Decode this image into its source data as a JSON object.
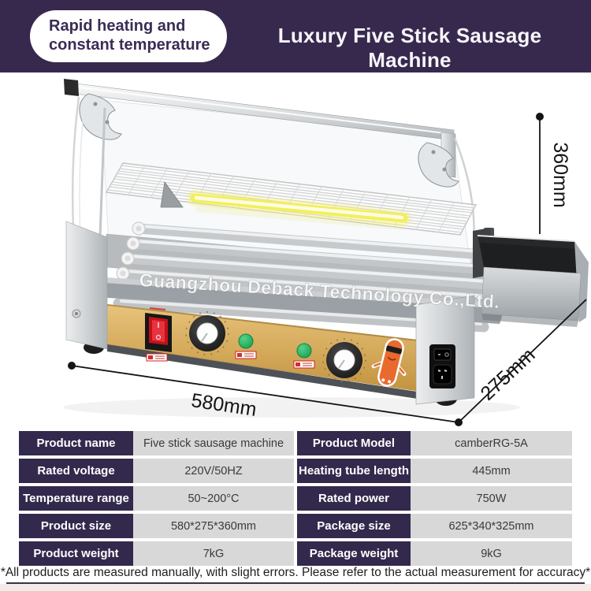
{
  "banner": {
    "badge_line1": "Rapid heating and",
    "badge_line2": "constant temperature",
    "title": "Luxury Five Stick Sausage Machine"
  },
  "product_image": {
    "watermark": "Guangzhou Deback Technology Co.,Ltd.",
    "dimensions": {
      "height_label": "360mm",
      "width_label": "580mm",
      "depth_label": "275mm"
    }
  },
  "spec_table": {
    "left_rows": [
      {
        "label": "Product name",
        "value": "Five stick sausage machine"
      },
      {
        "label": "Rated voltage",
        "value": "220V/50HZ"
      },
      {
        "label": "Temperature range",
        "value": "50~200°C"
      },
      {
        "label": "Product size",
        "value": "580*275*360mm"
      },
      {
        "label": "Product weight",
        "value": "7kG"
      }
    ],
    "right_rows": [
      {
        "label": "Product Model",
        "value": "camberRG-5A"
      },
      {
        "label": "Heating tube length",
        "value": "445mm"
      },
      {
        "label": "Rated power",
        "value": "750W"
      },
      {
        "label": "Package size",
        "value": "625*340*325mm"
      },
      {
        "label": "Package weight",
        "value": "9kG"
      }
    ]
  },
  "footnote": "*All products are measured manually, with slight errors. Please refer to the actual measurement for accuracy*",
  "colors": {
    "banner_bg": "#37294e",
    "table_header_bg": "#33294d",
    "table_value_bg": "#d8d8d8",
    "heat_glow": "#f2ef5e",
    "control_panel_gold": "#d9b36a",
    "power_switch_red": "#d01823",
    "indicator_green": "#2bb563",
    "dimension_line": "#141414"
  }
}
